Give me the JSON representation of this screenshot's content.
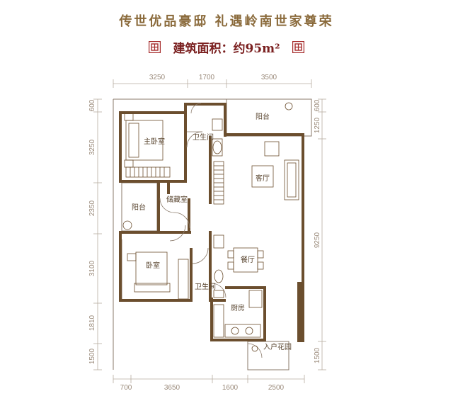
{
  "header": {
    "slogan": "传世优品豪邸 礼遇岭南世家尊荣",
    "area_label": "建筑面积：约95m²"
  },
  "colors": {
    "wall": "#6b4e2e",
    "heading": "#8a6a3b",
    "area_text": "#7a1f1f",
    "dimension": "#9a8a7a"
  },
  "dimensions": {
    "top": [
      "3250",
      "1700",
      "3500"
    ],
    "bottom": [
      "700",
      "3650",
      "1600",
      "2500"
    ],
    "left": [
      "600",
      "3250",
      "2350",
      "3100",
      "1810",
      "1500"
    ],
    "right": [
      "600",
      "1250",
      "9250",
      "1500"
    ]
  },
  "rooms": {
    "master_bedroom": "主卧室",
    "bathroom_1": "卫生间",
    "balcony_1": "阳台",
    "living_room": "客厅",
    "balcony_2": "阳台",
    "storage": "储藏室",
    "dining_room": "餐厅",
    "bedroom": "卧室",
    "bathroom_2": "卫生间",
    "kitchen": "厨房",
    "entrance_garden": "入户花园"
  }
}
